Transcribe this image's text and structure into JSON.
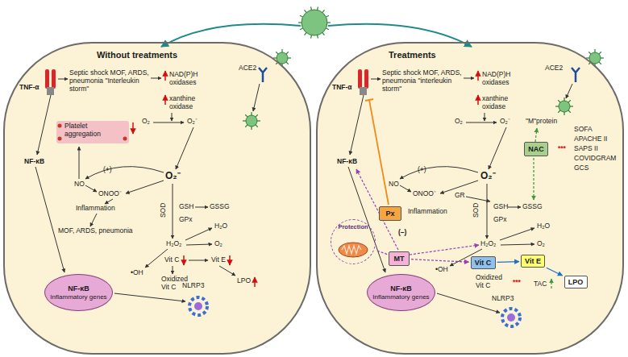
{
  "diagram": {
    "nodes": [
      {
        "text": [
          "Without treatments"
        ]
      },
      {
        "text": [
          "NF-κB",
          "Inflammatory genes"
        ],
        "in": 0
      },
      {
        "text": [
          "Treatments"
        ]
      },
      {
        "text": [
          "NF-κB",
          "Inflammatory genes"
        ],
        "in": 2
      },
      {
        "text": [
          "Px"
        ],
        "in": 2
      },
      {
        "text": [
          "NAC"
        ],
        "in": 2
      },
      {
        "text": [
          "MT"
        ],
        "in": 2
      },
      {
        "text": [
          "Vit C"
        ],
        "in": 2
      },
      {
        "text": [
          "Vit E"
        ],
        "in": 2
      },
      {
        "text": [
          "Protection"
        ],
        "in": 2
      },
      {
        "text": [
          "LPO"
        ],
        "in": 2
      }
    ],
    "edges": [
      {
        "from": 7,
        "to": 8,
        "arrow": "to"
      },
      {
        "from": 8,
        "to": 10,
        "arrow": "to"
      },
      {
        "from": 6,
        "to": 9,
        "arrow": "none"
      },
      {
        "from": 6,
        "to": 7,
        "arrow": "to"
      }
    ],
    "labels": [
      "TNF-α",
      "Septic shock MOF, ARDS, pneumonia \"Interleukin storm\"",
      "NAD(P)H oxidases",
      "xanthine oxidase",
      "O₂",
      "O₂⁻",
      "Platelet aggregation",
      "NO",
      "ONOO⁻",
      "(+)",
      "O₂⁻",
      "Inflammation",
      "MOF, ARDS, pneumonia",
      "SOD",
      "GSH",
      "GSSG",
      "GPx",
      "H₂O₂",
      "H₂O",
      "O₂",
      "Vit C",
      "Vit E",
      "Oxidized Vit C",
      "•OH",
      "LPO",
      "ACE2",
      "NF-κB",
      "NLRP3",
      "TNF-α",
      "Septic shock MOF, ARDS, pneumonia \"interleukin storm\"",
      "NAD(P)H oxidases",
      "xanthine oxidase",
      "O₂",
      "O₂⁻",
      "(+)",
      "NO",
      "O₂⁻",
      "ONOO⁻",
      "Inflammation",
      "GR",
      "SOD",
      "GSH",
      "GSSG",
      "GPx",
      "H₂O₂",
      "H₂O",
      "O₂",
      "(–)",
      "•OH",
      "Oxidized Vit C",
      "***",
      "TAC",
      "ACE2",
      "\"M\"protein",
      "SOFA",
      "APACHE II",
      "SAPS II",
      "COVIDGRAM",
      "GCS",
      "***",
      "NF-κB",
      "NLRP3"
    ]
  }
}
